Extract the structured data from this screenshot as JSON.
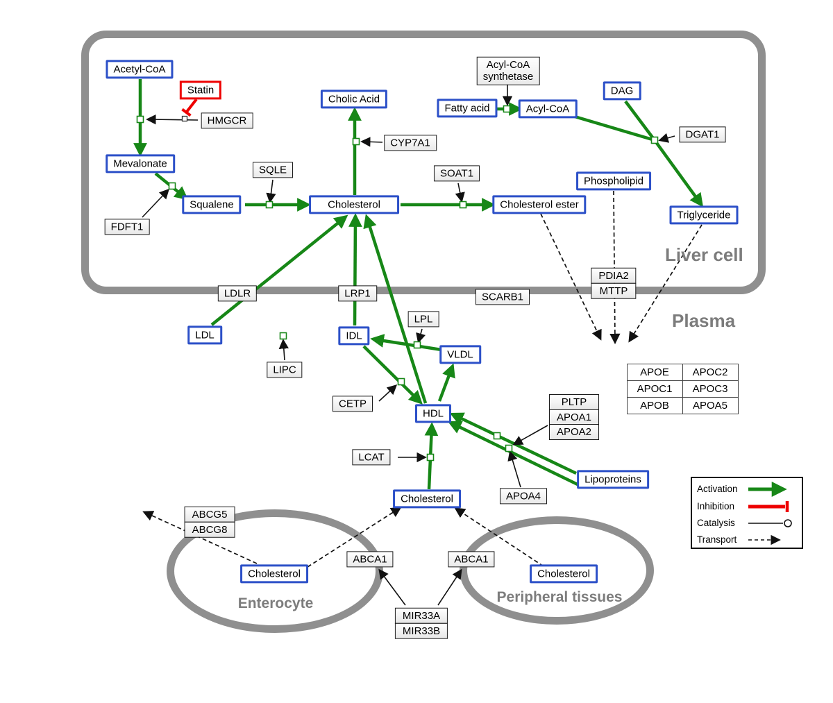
{
  "regions": {
    "liver": "Liver cell",
    "plasma": "Plasma",
    "enterocyte": "Enterocyte",
    "peripheral": "Peripheral tissues"
  },
  "nodes": {
    "acetyl_coa": {
      "label": "Acetyl-CoA"
    },
    "statin": {
      "label": "Statin"
    },
    "hmgcr": {
      "label": "HMGCR"
    },
    "mevalonate": {
      "label": "Mevalonate"
    },
    "fdft1": {
      "label": "FDFT1"
    },
    "squalene": {
      "label": "Squalene"
    },
    "sqle": {
      "label": "SQLE"
    },
    "cholesterol_liver": {
      "label": "Cholesterol"
    },
    "cholic_acid": {
      "label": "Cholic Acid"
    },
    "cyp7a1": {
      "label": "CYP7A1"
    },
    "soat1": {
      "label": "SOAT1"
    },
    "cholesterol_ester": {
      "label": "Cholesterol ester"
    },
    "acyl_coa_synthetase": {
      "line1": "Acyl-CoA",
      "line2": "synthetase"
    },
    "fatty_acid": {
      "label": "Fatty acid"
    },
    "acyl_coa": {
      "label": "Acyl-CoA"
    },
    "dag": {
      "label": "DAG"
    },
    "dgat1": {
      "label": "DGAT1"
    },
    "phospholipid": {
      "label": "Phospholipid"
    },
    "triglyceride": {
      "label": "Triglyceride"
    },
    "pdia2": {
      "label": "PDIA2"
    },
    "mttp": {
      "label": "MTTP"
    },
    "ldlr": {
      "label": "LDLR"
    },
    "lrp1": {
      "label": "LRP1"
    },
    "scarb1": {
      "label": "SCARB1"
    },
    "ldl": {
      "label": "LDL"
    },
    "idl": {
      "label": "IDL"
    },
    "lipc": {
      "label": "LIPC"
    },
    "lpl": {
      "label": "LPL"
    },
    "vldl": {
      "label": "VLDL"
    },
    "cetp": {
      "label": "CETP"
    },
    "hdl": {
      "label": "HDL"
    },
    "pltp": {
      "label": "PLTP"
    },
    "apoa1": {
      "label": "APOA1"
    },
    "apoa2": {
      "label": "APOA2"
    },
    "lcat": {
      "label": "LCAT"
    },
    "lipoproteins": {
      "label": "Lipoproteins"
    },
    "apoa4": {
      "label": "APOA4"
    },
    "cholesterol_plasma": {
      "label": "Cholesterol"
    },
    "abcg5": {
      "label": "ABCG5"
    },
    "abcg8": {
      "label": "ABCG8"
    },
    "cholesterol_enterocyte": {
      "label": "Cholesterol"
    },
    "abca1_left": {
      "label": "ABCA1"
    },
    "abca1_right": {
      "label": "ABCA1"
    },
    "cholesterol_peripheral": {
      "label": "Cholesterol"
    },
    "mir33a": {
      "label": "MIR33A"
    },
    "mir33b": {
      "label": "MIR33B"
    },
    "apo_table": {
      "cells": [
        [
          "APOE",
          "APOC2"
        ],
        [
          "APOC1",
          "APOC3"
        ],
        [
          "APOB",
          "APOA5"
        ]
      ]
    }
  },
  "legend": {
    "items": [
      {
        "label": "Activation",
        "type": "activation"
      },
      {
        "label": "Inhibition",
        "type": "inhibition"
      },
      {
        "label": "Catalysis",
        "type": "catalysis"
      },
      {
        "label": "Transport",
        "type": "transport"
      }
    ]
  },
  "colors": {
    "activation": "#178717",
    "inhibition": "#ee0000",
    "metabolite_border": "#2c50c8",
    "membrane": "#8f8f8f"
  }
}
